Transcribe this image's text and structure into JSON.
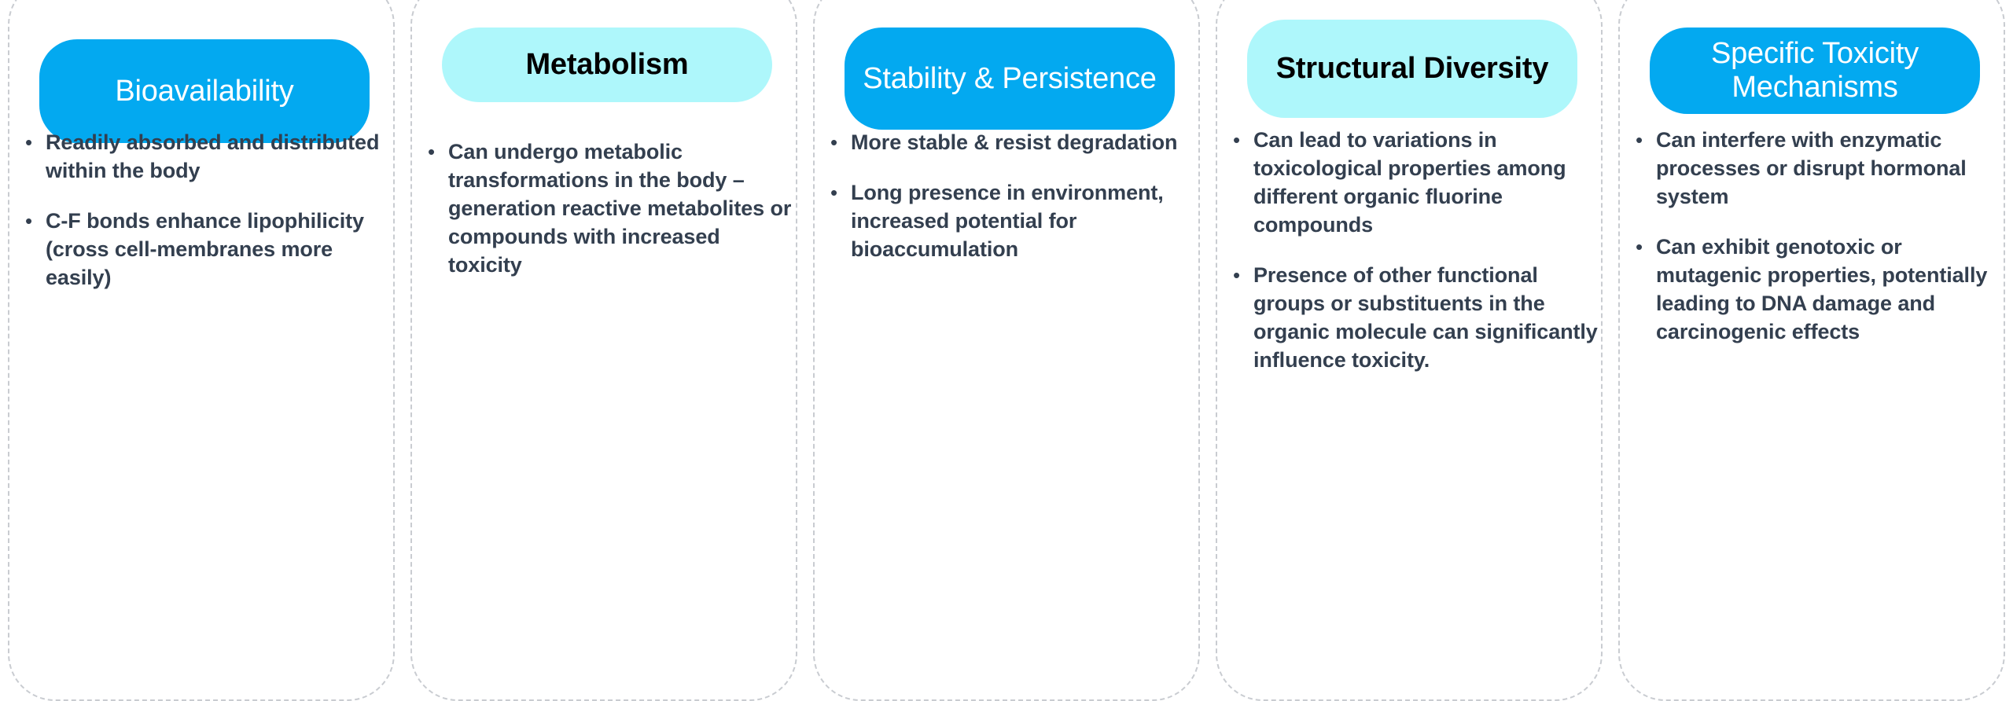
{
  "diagram": {
    "type": "five-column-factor-cards",
    "background_color": "#ffffff",
    "text_color": "#333f4f",
    "card_border_color": "#c9ccd1",
    "pill_blue_color": "#03a9f0",
    "pill_cyan_color": "#aef7fb",
    "bullet_glyph": "•",
    "columns": [
      {
        "title": "Bioavailability",
        "pill_style": "blue",
        "bullets": [
          "Readily absorbed and distributed within the body",
          "C-F bonds enhance lipophilicity (cross cell-membranes more easily)"
        ]
      },
      {
        "title": "Metabolism",
        "pill_style": "cyan",
        "bullets": [
          "Can undergo metabolic transformations in the body – generation reactive metabolites or compounds with increased toxicity"
        ]
      },
      {
        "title": "Stability & Persistence",
        "pill_style": "blue",
        "bullets": [
          "More stable & resist degradation",
          "Long presence in environment, increased potential for bioaccumulation"
        ]
      },
      {
        "title": "Structural Diversity",
        "pill_style": "cyan",
        "bullets": [
          "Can lead to variations in toxicological properties among different organic fluorine compounds",
          "Presence of other functional groups or substituents in the organic molecule can significantly influence toxicity."
        ]
      },
      {
        "title": "Specific Toxicity Mechanisms",
        "pill_style": "blue",
        "bullets": [
          "Can interfere with enzymatic processes or disrupt hormonal system",
          "Can exhibit genotoxic or mutagenic properties, potentially leading to DNA damage and carcinogenic effects"
        ]
      }
    ]
  }
}
